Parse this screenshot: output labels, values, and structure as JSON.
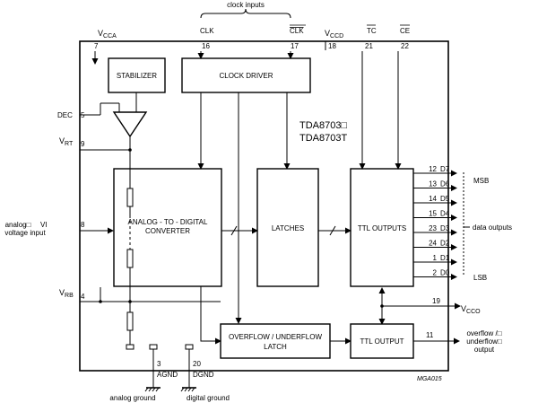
{
  "title": {
    "line1": "TDA8703□",
    "line2": "TDA8703T"
  },
  "figure_id": "MGA015",
  "clock_inputs_label": "clock inputs",
  "blocks": {
    "stabilizer": "STABILIZER",
    "clock_driver": "CLOCK DRIVER",
    "adc_line1": "ANALOG - TO - DIGITAL",
    "adc_line2": "CONVERTER",
    "latches": "LATCHES",
    "ttl_outputs": "TTL OUTPUTS",
    "ovf_line1": "OVERFLOW / UNDERFLOW",
    "ovf_line2": "LATCH",
    "ttl_output": "TTL OUTPUT"
  },
  "top_pins": {
    "vcca": {
      "main": "V",
      "sub": "CCA",
      "num": "7"
    },
    "clk": {
      "name": "CLK",
      "num": "16"
    },
    "clk_bar": {
      "name": "CLK",
      "num": "17"
    },
    "vccd": {
      "main": "V",
      "sub": "CCD",
      "num": "18"
    },
    "tc": {
      "name": "TC",
      "num": "21"
    },
    "ce": {
      "name": "CE",
      "num": "22"
    }
  },
  "left_pins": {
    "dec": {
      "name": "DEC",
      "num": "5"
    },
    "vrt": {
      "main": "V",
      "sub": "RT",
      "num": "9"
    },
    "vi": {
      "name": "VI",
      "num": "8"
    },
    "vrb": {
      "main": "V",
      "sub": "RB",
      "num": "4"
    }
  },
  "analog_input": {
    "line1": "analog□",
    "line2": "voltage input"
  },
  "data_pins": [
    {
      "num": "12",
      "name": "D7"
    },
    {
      "num": "13",
      "name": "D6"
    },
    {
      "num": "14",
      "name": "D5"
    },
    {
      "num": "15",
      "name": "D4"
    },
    {
      "num": "23",
      "name": "D3"
    },
    {
      "num": "24",
      "name": "D2"
    },
    {
      "num": "1",
      "name": "D1"
    },
    {
      "num": "2",
      "name": "D0"
    }
  ],
  "msb": "MSB",
  "lsb": "LSB",
  "data_outputs": "data outputs",
  "vcco": {
    "main": "V",
    "sub": "CCO",
    "num": "19"
  },
  "overflow_pin": {
    "num": "11",
    "line1": "overflow /□",
    "line2": "underflow□",
    "line3": "output"
  },
  "bottom_pins": {
    "agnd": {
      "num": "3",
      "name": "AGND",
      "label": "analog ground"
    },
    "dgnd": {
      "num": "20",
      "name": "DGND",
      "label": "digital ground"
    }
  }
}
